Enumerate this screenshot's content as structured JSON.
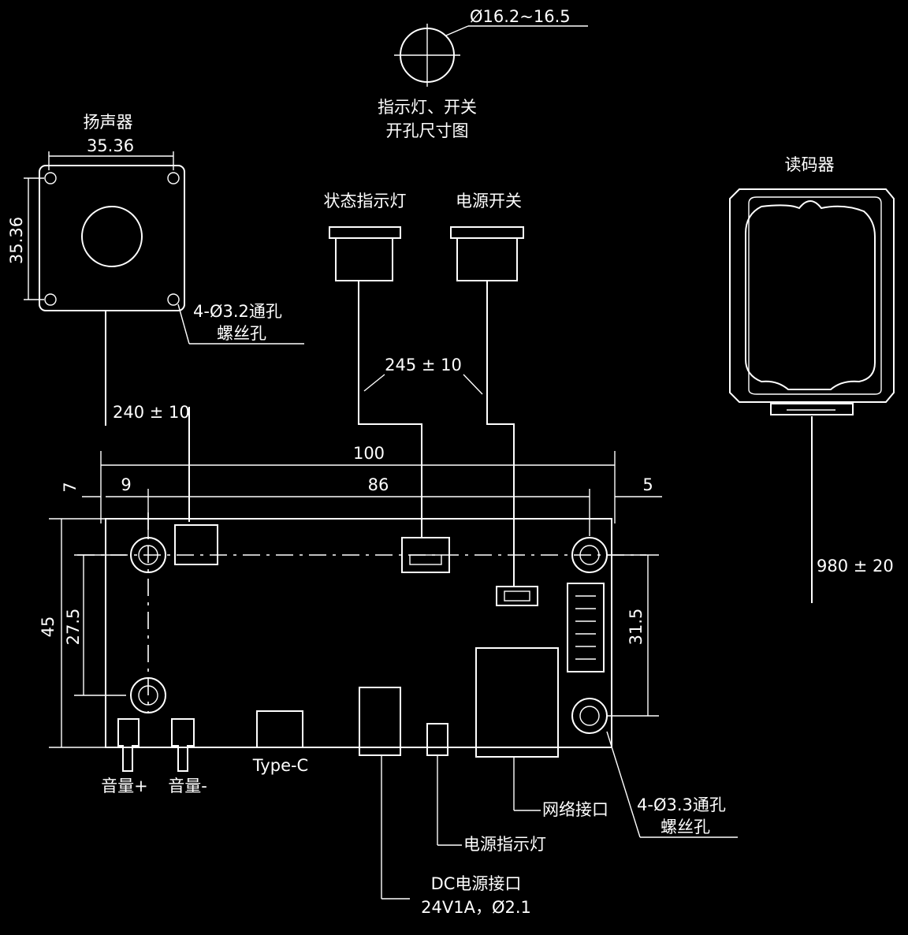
{
  "labels": {
    "hole_dia": "Ø16.2~16.5",
    "hole_title_1": "指示灯、开关",
    "hole_title_2": "开孔尺寸图",
    "speaker": "扬声器",
    "speaker_w": "35.36",
    "speaker_h": "35.36",
    "speaker_hole_1": "4-Ø3.2通孔",
    "speaker_hole_2": "螺丝孔",
    "status_light": "状态指示灯",
    "power_switch": "电源开关",
    "reader": "读码器",
    "cable_245": "245 ± 10",
    "cable_240": "240 ± 10",
    "cable_980": "980 ± 20",
    "dim_100": "100",
    "dim_86": "86",
    "dim_9": "9",
    "dim_7": "7",
    "dim_5": "5",
    "dim_45": "45",
    "dim_27_5": "27.5",
    "dim_31_5": "31.5",
    "vol_plus": "音量+",
    "vol_minus": "音量-",
    "type_c": "Type-C",
    "network": "网络接口",
    "board_hole_1": "4-Ø3.3通孔",
    "board_hole_2": "螺丝孔",
    "power_led": "电源指示灯",
    "dc_1": "DC电源接口",
    "dc_2": "24V1A，Ø2.1"
  },
  "colors": {
    "background": "#000000",
    "line": "#ffffff"
  }
}
